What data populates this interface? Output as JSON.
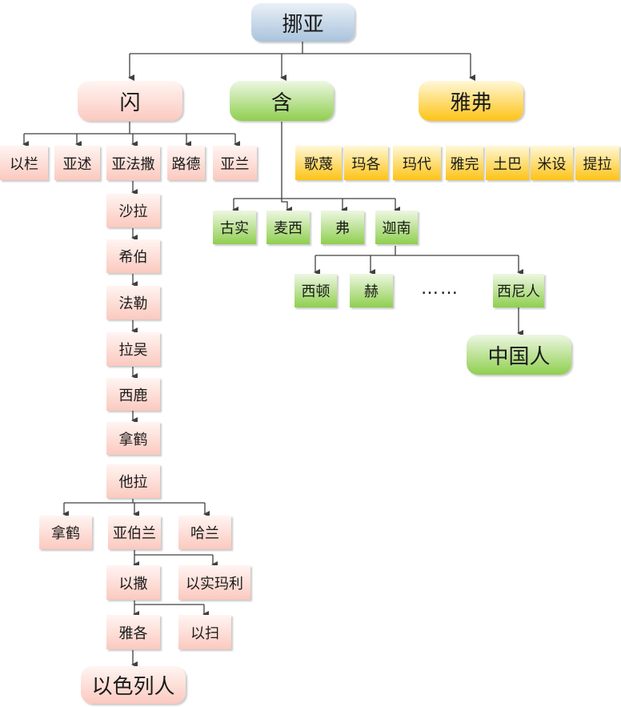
{
  "root": {
    "label": "挪亚"
  },
  "sons": [
    {
      "id": "shem",
      "label": "闪",
      "color": "#fbc9bf"
    },
    {
      "id": "ham",
      "label": "含",
      "color": "#8fcf4f"
    },
    {
      "id": "japheth",
      "label": "雅弗",
      "color": "#fdc316"
    }
  ],
  "shem_children": [
    "以栏",
    "亚述",
    "亚法撒",
    "路德",
    "亚兰"
  ],
  "shem_line": [
    "沙拉",
    "希伯",
    "法勒",
    "拉吴",
    "西鹿",
    "拿鹤",
    "他拉"
  ],
  "terah_children": [
    "拿鹤",
    "亚伯兰",
    "哈兰"
  ],
  "abram_children": [
    "以撒",
    "以实玛利"
  ],
  "isaac_children": [
    "雅各",
    "以扫"
  ],
  "israelites": {
    "label": "以色列人"
  },
  "japheth_children": [
    "歌蔑",
    "玛各",
    "玛代",
    "雅完",
    "土巴",
    "米设",
    "提拉"
  ],
  "ham_children": [
    "古实",
    "麦西",
    "弗",
    "迦南"
  ],
  "canaan_children": [
    "西顿",
    "赫",
    "西尼人"
  ],
  "ellipsis": "……",
  "chinese": {
    "label": "中国人"
  },
  "colors": {
    "line": "#404040",
    "blue": "#a9c3dc",
    "pink": "#fbc9bf",
    "green": "#8fcf4f",
    "gold": "#fdc316"
  }
}
